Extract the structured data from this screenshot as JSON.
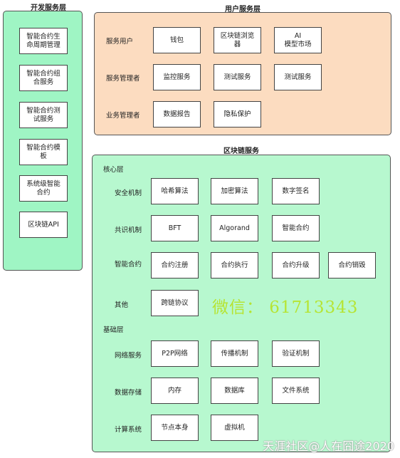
{
  "dev_layer": {
    "title": "开发服务层",
    "items": [
      "智能合约生\n命周期管理",
      "智能合约组\n合服务",
      "智能合约测\n试服务",
      "智能合约模\n板",
      "系统级智能\n合约",
      "区块链API"
    ]
  },
  "user_layer": {
    "title": "用户服务层",
    "rows": [
      {
        "label": "服务用户",
        "items": [
          "钱包",
          "区块链浏览\n器",
          "AI\n模型市场"
        ]
      },
      {
        "label": "服务管理者",
        "items": [
          "监控服务",
          "测试服务",
          "测试服务"
        ]
      },
      {
        "label": "业务管理者",
        "items": [
          "数据报告",
          "隐私保护"
        ]
      }
    ]
  },
  "blockchain_layer": {
    "title": "区块链服务",
    "core": {
      "title": "核心层",
      "rows": [
        {
          "label": "安全机制",
          "items": [
            "哈希算法",
            "加密算法",
            "数字签名"
          ]
        },
        {
          "label": "共识机制",
          "items": [
            "BFT",
            "Algorand",
            "智能合约"
          ]
        },
        {
          "label": "智能合约",
          "items": [
            "合约注册",
            "合约执行",
            "合约升级",
            "合约销毁"
          ]
        },
        {
          "label": "其他",
          "items": [
            "跨链协议"
          ]
        }
      ]
    },
    "base": {
      "title": "基础层",
      "rows": [
        {
          "label": "网络服务",
          "items": [
            "P2P网络",
            "传播机制",
            "验证机制"
          ]
        },
        {
          "label": "数据存储",
          "items": [
            "内存",
            "数据库",
            "文件系统"
          ]
        },
        {
          "label": "计算系统",
          "items": [
            "节点本身",
            "虚拟机"
          ]
        }
      ]
    }
  },
  "watermark": "微信：  61713343",
  "corner_watermark": "天涯社区@人在囧途2020",
  "colors": {
    "dev_bg": "#9ff5c4",
    "user_bg": "#fcdcc0",
    "chain_bg": "#b7f8cf",
    "watermark": "#b6e433"
  }
}
